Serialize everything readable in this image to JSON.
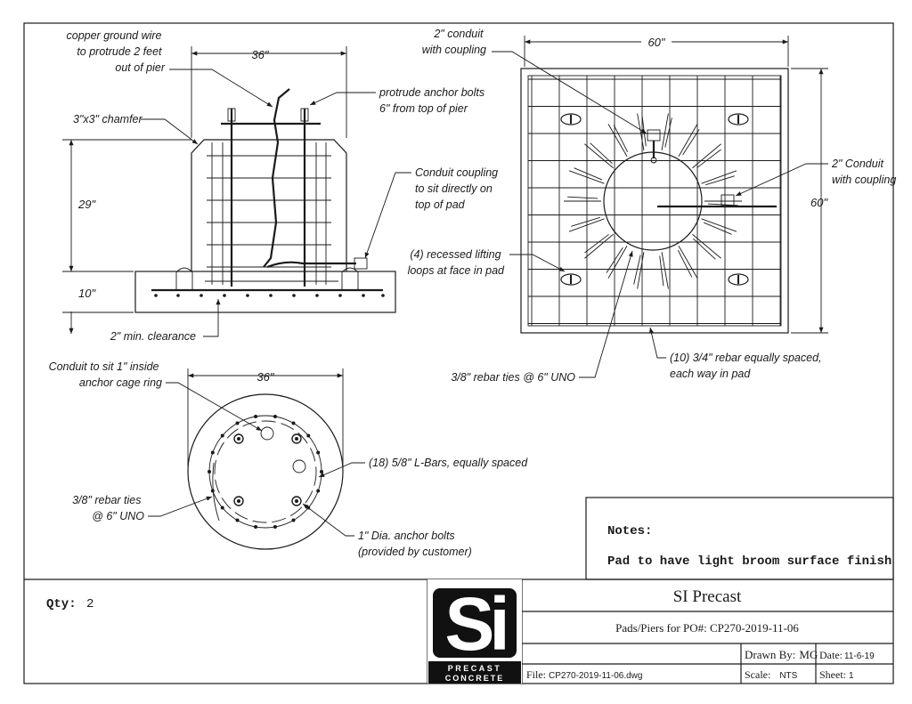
{
  "elevation": {
    "callouts": {
      "ground_wire": [
        "copper ground wire",
        "to protrude 2 feet",
        "out of pier"
      ],
      "anchor_bolts": [
        "protrude anchor bolts",
        "6\" from top of pier"
      ],
      "chamfer": "3\"x3\" chamfer",
      "conduit_coupling": [
        "Conduit coupling",
        "to sit directly on",
        "top of pad"
      ],
      "clearance": "2\" min. clearance"
    },
    "dims": {
      "width": "36\"",
      "height": "29\"",
      "pad": "10\""
    }
  },
  "plan": {
    "callouts": {
      "conduit_top": [
        "2\" conduit",
        "with coupling"
      ],
      "conduit_right": [
        "2\" Conduit",
        "with coupling"
      ],
      "lifting_loops": [
        "(4) recessed lifting",
        "loops at face in pad"
      ],
      "rebar_ties": "3/8\" rebar ties @ 6\" UNO",
      "rebar_spacing": [
        "(10) 3/4\" rebar equally spaced,",
        "each way in pad"
      ]
    },
    "dims": {
      "width": "60\"",
      "height": "60\""
    }
  },
  "section": {
    "callouts": {
      "conduit_inside": [
        "Conduit to sit 1\" inside",
        "anchor cage ring"
      ],
      "lbars": "(18) 5/8\" L-Bars, equally spaced",
      "rebar_ties": [
        "3/8\" rebar ties",
        "@ 6\" UNO"
      ],
      "anchor_dia": [
        "1\" Dia. anchor bolts",
        "(provided by customer)"
      ]
    },
    "dims": {
      "width": "36\""
    }
  },
  "notes": {
    "heading": "Notes:",
    "text": "Pad to have light broom surface finish"
  },
  "title_block": {
    "qty_label": "Qty:",
    "qty_value": "2",
    "logo_text": "Si",
    "logo_line1": "PRECAST",
    "logo_line2": "CONCRETE",
    "company": "SI Precast",
    "description": "Pads/Piers for PO#:  CP270-2019-11-06",
    "drawn_by_label": "Drawn By:",
    "drawn_by": "MG",
    "date_label": "Date:",
    "date": "11-6-19",
    "file_label": "File:",
    "file": "CP270-2019-11-06.dwg",
    "scale_label": "Scale:",
    "scale": "NTS",
    "sheet_label": "Sheet:",
    "sheet": "1"
  }
}
